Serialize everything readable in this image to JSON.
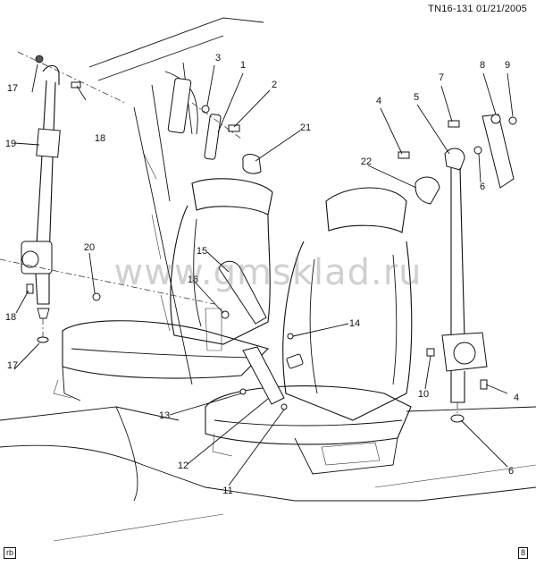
{
  "header": {
    "ref": "TN16-131  01/21/2005"
  },
  "watermark": "www.gmsklad.ru",
  "corner_left": "rb",
  "corner_right": "8",
  "callouts": [
    {
      "n": "1"
    },
    {
      "n": "2"
    },
    {
      "n": "3"
    },
    {
      "n": "4"
    },
    {
      "n": "4"
    },
    {
      "n": "5"
    },
    {
      "n": "6"
    },
    {
      "n": "6"
    },
    {
      "n": "7"
    },
    {
      "n": "8"
    },
    {
      "n": "9"
    },
    {
      "n": "10"
    },
    {
      "n": "11"
    },
    {
      "n": "12"
    },
    {
      "n": "13"
    },
    {
      "n": "14"
    },
    {
      "n": "15"
    },
    {
      "n": "16"
    },
    {
      "n": "17"
    },
    {
      "n": "17"
    },
    {
      "n": "18"
    },
    {
      "n": "18"
    },
    {
      "n": "19"
    },
    {
      "n": "20"
    },
    {
      "n": "21"
    },
    {
      "n": "22"
    }
  ]
}
